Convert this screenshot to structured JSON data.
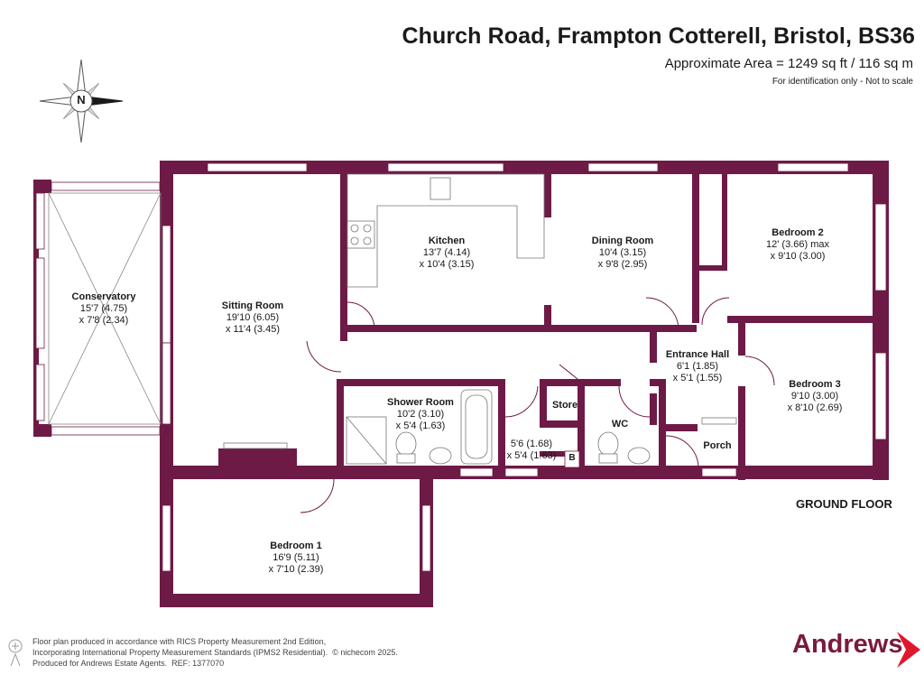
{
  "header": {
    "address": "Church Road, Frampton Cotterell, Bristol, BS36",
    "area": "Approximate Area = 1249 sq ft / 116 sq m",
    "note": "For identification only - Not to scale"
  },
  "compass": {
    "letter": "N",
    "icon": "compass-rose-icon"
  },
  "rooms": {
    "conservatory": {
      "name": "Conservatory",
      "dim1": "15'7 (4.75)",
      "dim2": "x 7'8 (2.34)"
    },
    "sitting_room": {
      "name": "Sitting Room",
      "dim1": "19'10 (6.05)",
      "dim2": "x 11'4 (3.45)"
    },
    "kitchen": {
      "name": "Kitchen",
      "dim1": "13'7 (4.14)",
      "dim2": "x 10'4 (3.15)"
    },
    "dining_room": {
      "name": "Dining Room",
      "dim1": "10'4 (3.15)",
      "dim2": "x 9'8 (2.95)"
    },
    "bedroom_2": {
      "name": "Bedroom 2",
      "dim1": "12' (3.66) max",
      "dim2": "x 9'10 (3.00)"
    },
    "entrance_hall": {
      "name": "Entrance Hall",
      "dim1": "6'1 (1.85)",
      "dim2": "x 5'1 (1.55)"
    },
    "bedroom_3": {
      "name": "Bedroom 3",
      "dim1": "9'10 (3.00)",
      "dim2": "x 8'10 (2.69)"
    },
    "shower_room": {
      "name": "Shower Room",
      "dim1": "10'2 (3.10)",
      "dim2": "x 5'4 (1.63)"
    },
    "utility": {
      "dim1": "5'6 (1.68)",
      "dim2": "x 5'4 (1.63)"
    },
    "store": {
      "name": "Store"
    },
    "wc": {
      "name": "WC"
    },
    "porch": {
      "name": "Porch"
    },
    "bedroom_1": {
      "name": "Bedroom 1",
      "dim1": "16'9 (5.11)",
      "dim2": "x 7'10 (2.39)"
    },
    "boiler": {
      "name": "B"
    }
  },
  "floor_label": "GROUND FLOOR",
  "footer": {
    "line1": "Floor plan produced in accordance with RICS Property Measurement 2nd Edition,",
    "line2": "Incorporating International Property Measurement Standards (IPMS2 Residential).",
    "copyright": "© nichecom 2025.",
    "line3": "Produced for Andrews Estate Agents.",
    "ref": "REF:  1377070"
  },
  "brand": {
    "name": "Andrews",
    "icon": "andrews-arrow-icon",
    "color": "#7a1a3d"
  },
  "colors": {
    "wall": "#6e1a47",
    "window": "#ffffff"
  }
}
